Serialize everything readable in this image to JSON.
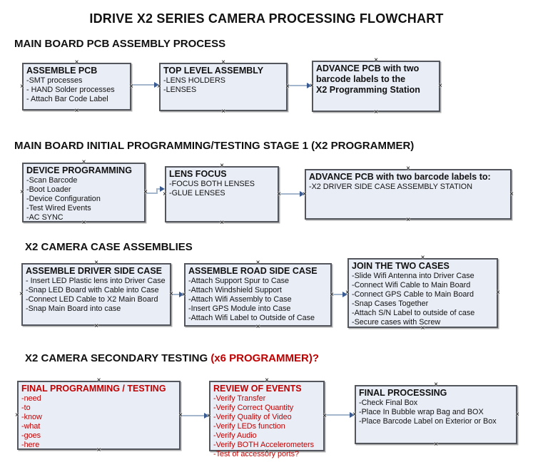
{
  "title": "IDRIVE X2  SERIES CAMERA PROCESSING FLOWCHART",
  "colors": {
    "red_text": "#c00000",
    "box_fill": "#e9edf6",
    "box_border": "#53565c",
    "connector_line": "#a4b6cc",
    "connector_arrowhead": "#3a5b92"
  },
  "icons": {
    "connection_point": "×"
  },
  "sections": [
    {
      "heading": "MAIN BOARD PCB ASSEMBLY PROCESS",
      "boxes": [
        {
          "title": "ASSEMBLE PCB",
          "lines": [
            "-SMT processes",
            "- HAND Solder processes",
            "- Attach Bar Code Label"
          ]
        },
        {
          "title": "TOP LEVEL ASSEMBLY",
          "lines": [
            "-LENS HOLDERS",
            "-LENSES"
          ]
        },
        {
          "title": "ADVANCE PCB with two",
          "lines": [
            "barcode labels to the",
            " X2 Programming Station"
          ]
        }
      ]
    },
    {
      "heading": "MAIN BOARD INITIAL PROGRAMMING/TESTING STAGE 1 (X2 PROGRAMMER)",
      "boxes": [
        {
          "title": "DEVICE PROGRAMMING",
          "lines": [
            "-Scan Barcode",
            "-Boot Loader",
            "-Device Configuration",
            "-Test Wired Events",
            "-AC SYNC"
          ]
        },
        {
          "title": "LENS FOCUS",
          "lines": [
            "-FOCUS BOTH LENSES",
            "-GLUE LENSES"
          ]
        },
        {
          "title": "ADVANCE PCB with two barcode labels to:",
          "lines": [
            "-X2 DRIVER  SIDE  CASE  ASSEMBLY STATION"
          ]
        }
      ]
    },
    {
      "heading": "X2 CAMERA CASE ASSEMBLIES",
      "boxes": [
        {
          "title": "ASSEMBLE DRIVER SIDE CASE",
          "lines": [
            "- Insert LED Plastic lens into Driver Case",
            "-Snap LED Board with Cable into Case",
            "-Connect LED Cable to X2 Main Board",
            "-Snap Main Board into case"
          ]
        },
        {
          "title": "ASSEMBLE ROAD SIDE CASE",
          "lines": [
            "-Attach Support Spur to Case",
            "-Attach Windshield Support",
            "-Attach Wifi Assembly to Case",
            "-Insert GPS Module into Case",
            "-Attach Wifi Label to Outside of Case"
          ]
        },
        {
          "title": "JOIN THE TWO CASES",
          "lines": [
            "-Slide Wifi Antenna into Driver Case",
            "-Connect Wifi Cable to Main Board",
            "-Connect GPS Cable to Main Board",
            "-Snap Cases Together",
            "-Attach S/N Label to outside of case",
            "-Secure cases with Screw"
          ]
        }
      ]
    },
    {
      "heading": "X2 CAMERA SECONDARY TESTING ",
      "heading_accent": "(x6 PROGRAMMER)?",
      "boxes": [
        {
          "title": "FINAL PROGRAMMING / TESTING",
          "lines": [
            "-need",
            "-to",
            "-know",
            "-what",
            "-goes",
            "-here"
          ]
        },
        {
          "title": "REVIEW OF EVENTS",
          "lines": [
            "-Verify Transfer",
            "-Verify Correct Quantity",
            "-Verify Quality of Video",
            "-Verify LEDs function",
            "-Verify Audio",
            "-Verify BOTH Accelerometers",
            "-Test of accessory ports?"
          ]
        },
        {
          "title": "FINAL PROCESSING",
          "lines": [
            " -Check Final Box",
            "-Place In Bubble wrap Bag and BOX",
            "-Place Barcode Label on Exterior or Box"
          ]
        }
      ]
    }
  ]
}
